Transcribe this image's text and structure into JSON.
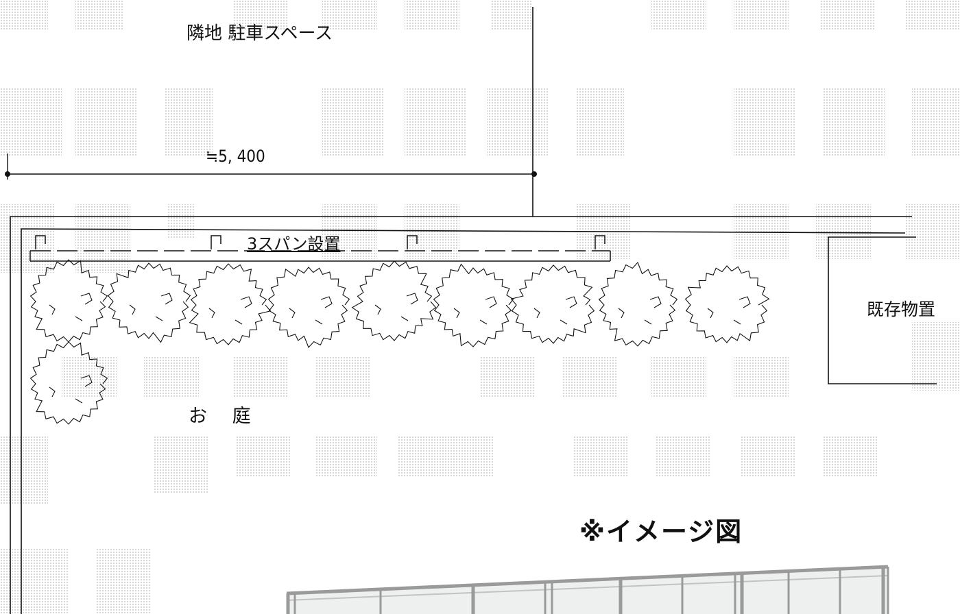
{
  "labels": {
    "neighbor_parking": "隣地 駐車スペース",
    "dimension": "≒5, 400",
    "span_install": "3スパン設置",
    "existing_shed": "既存物置",
    "garden": "お 庭",
    "image_note": "※イメージ図"
  },
  "shrubs": [
    {
      "name": "shrub-1"
    },
    {
      "name": "shrub-2"
    },
    {
      "name": "shrub-3"
    },
    {
      "name": "shrub-4"
    },
    {
      "name": "shrub-5"
    },
    {
      "name": "shrub-6"
    },
    {
      "name": "shrub-7"
    },
    {
      "name": "shrub-8"
    },
    {
      "name": "shrub-9"
    },
    {
      "name": "shrub-10"
    }
  ],
  "colors": {
    "line": "#111111",
    "watermark": "#d2d2d2",
    "fence_frame": "#9a9a9a"
  },
  "watermark_text": "転載禁止"
}
